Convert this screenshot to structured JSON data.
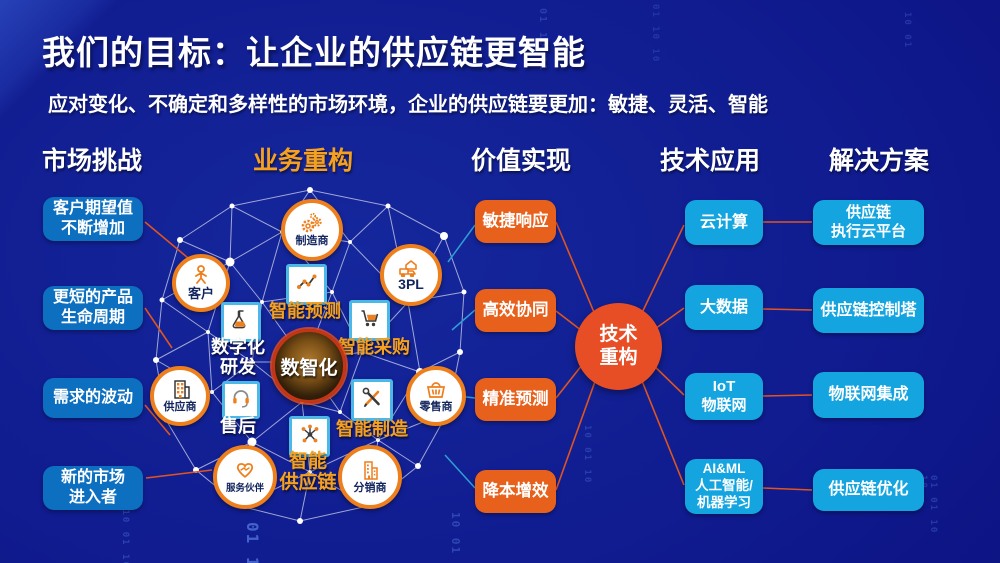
{
  "title": "我们的目标：让企业的供应链更智能",
  "subtitle": "应对变化、不确定和多样性的市场环境，企业的供应链要更加：敏捷、灵活、智能",
  "headers": {
    "market": "市场挑战",
    "business": "业务重构",
    "value": "价值实现",
    "tech": "技术应用",
    "solution": "解决方案"
  },
  "market": {
    "items": [
      {
        "label": "客户期望值\n不断增加"
      },
      {
        "label": "更短的产品\n生命周期"
      },
      {
        "label": "需求的波动"
      },
      {
        "label": "新的市场\n进入者"
      }
    ]
  },
  "network": {
    "center_label": "数智化",
    "entities": [
      {
        "label": "制造商",
        "icon": "gears-icon"
      },
      {
        "label": "客户",
        "icon": "person-icon"
      },
      {
        "label": "3PL",
        "icon": "logistics-truck-icon"
      },
      {
        "label": "供应商",
        "icon": "factory-building-icon"
      },
      {
        "label": "零售商",
        "icon": "basket-icon"
      },
      {
        "label": "服务伙伴",
        "icon": "heart-handshake-icon"
      },
      {
        "label": "分销商",
        "icon": "buildings-icon"
      }
    ],
    "capabilities": [
      {
        "label": "智能预测",
        "icon": "trend-chart-icon",
        "color": "orange"
      },
      {
        "label": "数字化\n研发",
        "icon": "flask-icon",
        "color": "white"
      },
      {
        "label": "智能采购",
        "icon": "cart-icon",
        "color": "orange"
      },
      {
        "label": "售后",
        "icon": "headset-icon",
        "color": "white"
      },
      {
        "label": "智能制造",
        "icon": "tools-icon",
        "color": "orange"
      },
      {
        "label": "智能\n供应链",
        "icon": "network-hub-icon",
        "color": "orange"
      }
    ]
  },
  "value": {
    "items": [
      {
        "label": "敏捷响应"
      },
      {
        "label": "高效协同"
      },
      {
        "label": "精准预测"
      },
      {
        "label": "降本增效"
      }
    ]
  },
  "hub": {
    "label": "技术\n重构"
  },
  "tech": {
    "items": [
      {
        "label": "云计算"
      },
      {
        "label": "大数据"
      },
      {
        "label": "IoT\n物联网"
      },
      {
        "label": "AI&ML\n人工智能/\n机器学习"
      }
    ]
  },
  "solution": {
    "items": [
      {
        "label": "供应链\n执行云平台"
      },
      {
        "label": "供应链控制塔"
      },
      {
        "label": "物联网集成"
      },
      {
        "label": "供应链优化"
      }
    ]
  },
  "binary": [
    "01 10",
    "10 01 10",
    "10 01 10 01 10",
    "01 10 01",
    "10 01",
    "01 01 10 10",
    "10 01 10",
    "01 10 10"
  ],
  "colors": {
    "background": "#101c90",
    "challenge_box": "#0d6fc0",
    "value_box": "#e8611c",
    "tech_box": "#14a5e0",
    "hub_circle": "#e84e26",
    "accent_orange_text": "#f5a01e",
    "entity_ring": "#ee7f1d",
    "capability_border": "#4cb8e8",
    "mesh_line": "#ffffff"
  }
}
